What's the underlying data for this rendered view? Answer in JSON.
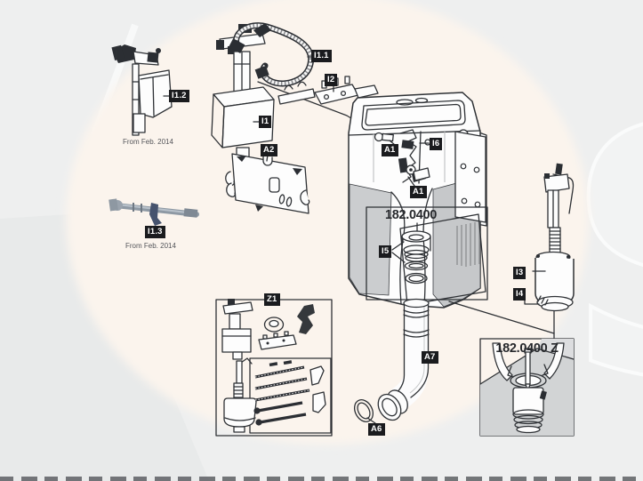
{
  "background": {
    "watermark_letter": "S"
  },
  "colors": {
    "bg": "#eeefef",
    "cream_blob": "#fbf4ed",
    "line": "#2e3135",
    "label_bg": "#1a1b1e",
    "label_fg": "#ffffff",
    "note": "#54555a",
    "panel_gray": "#cbcdcf",
    "strip": "#54575b"
  },
  "callouts": {
    "i1_2": "I1.2",
    "i1_3": "I1.3",
    "i1_1": "I1.1",
    "i2": "I2",
    "i1": "I1",
    "a2": "A2",
    "a1_upper": "A1",
    "i6": "I6",
    "a1_lower": "A1",
    "i5": "I5",
    "a7": "A7",
    "a6": "A6",
    "z1": "Z1",
    "i3": "I3",
    "i4": "I4"
  },
  "insets": {
    "main_code": "182.0400",
    "z_code": "182.0400 Z"
  },
  "notes": {
    "i1_2_note": "From Feb. 2014",
    "i1_3_note": "From Feb. 2014"
  }
}
